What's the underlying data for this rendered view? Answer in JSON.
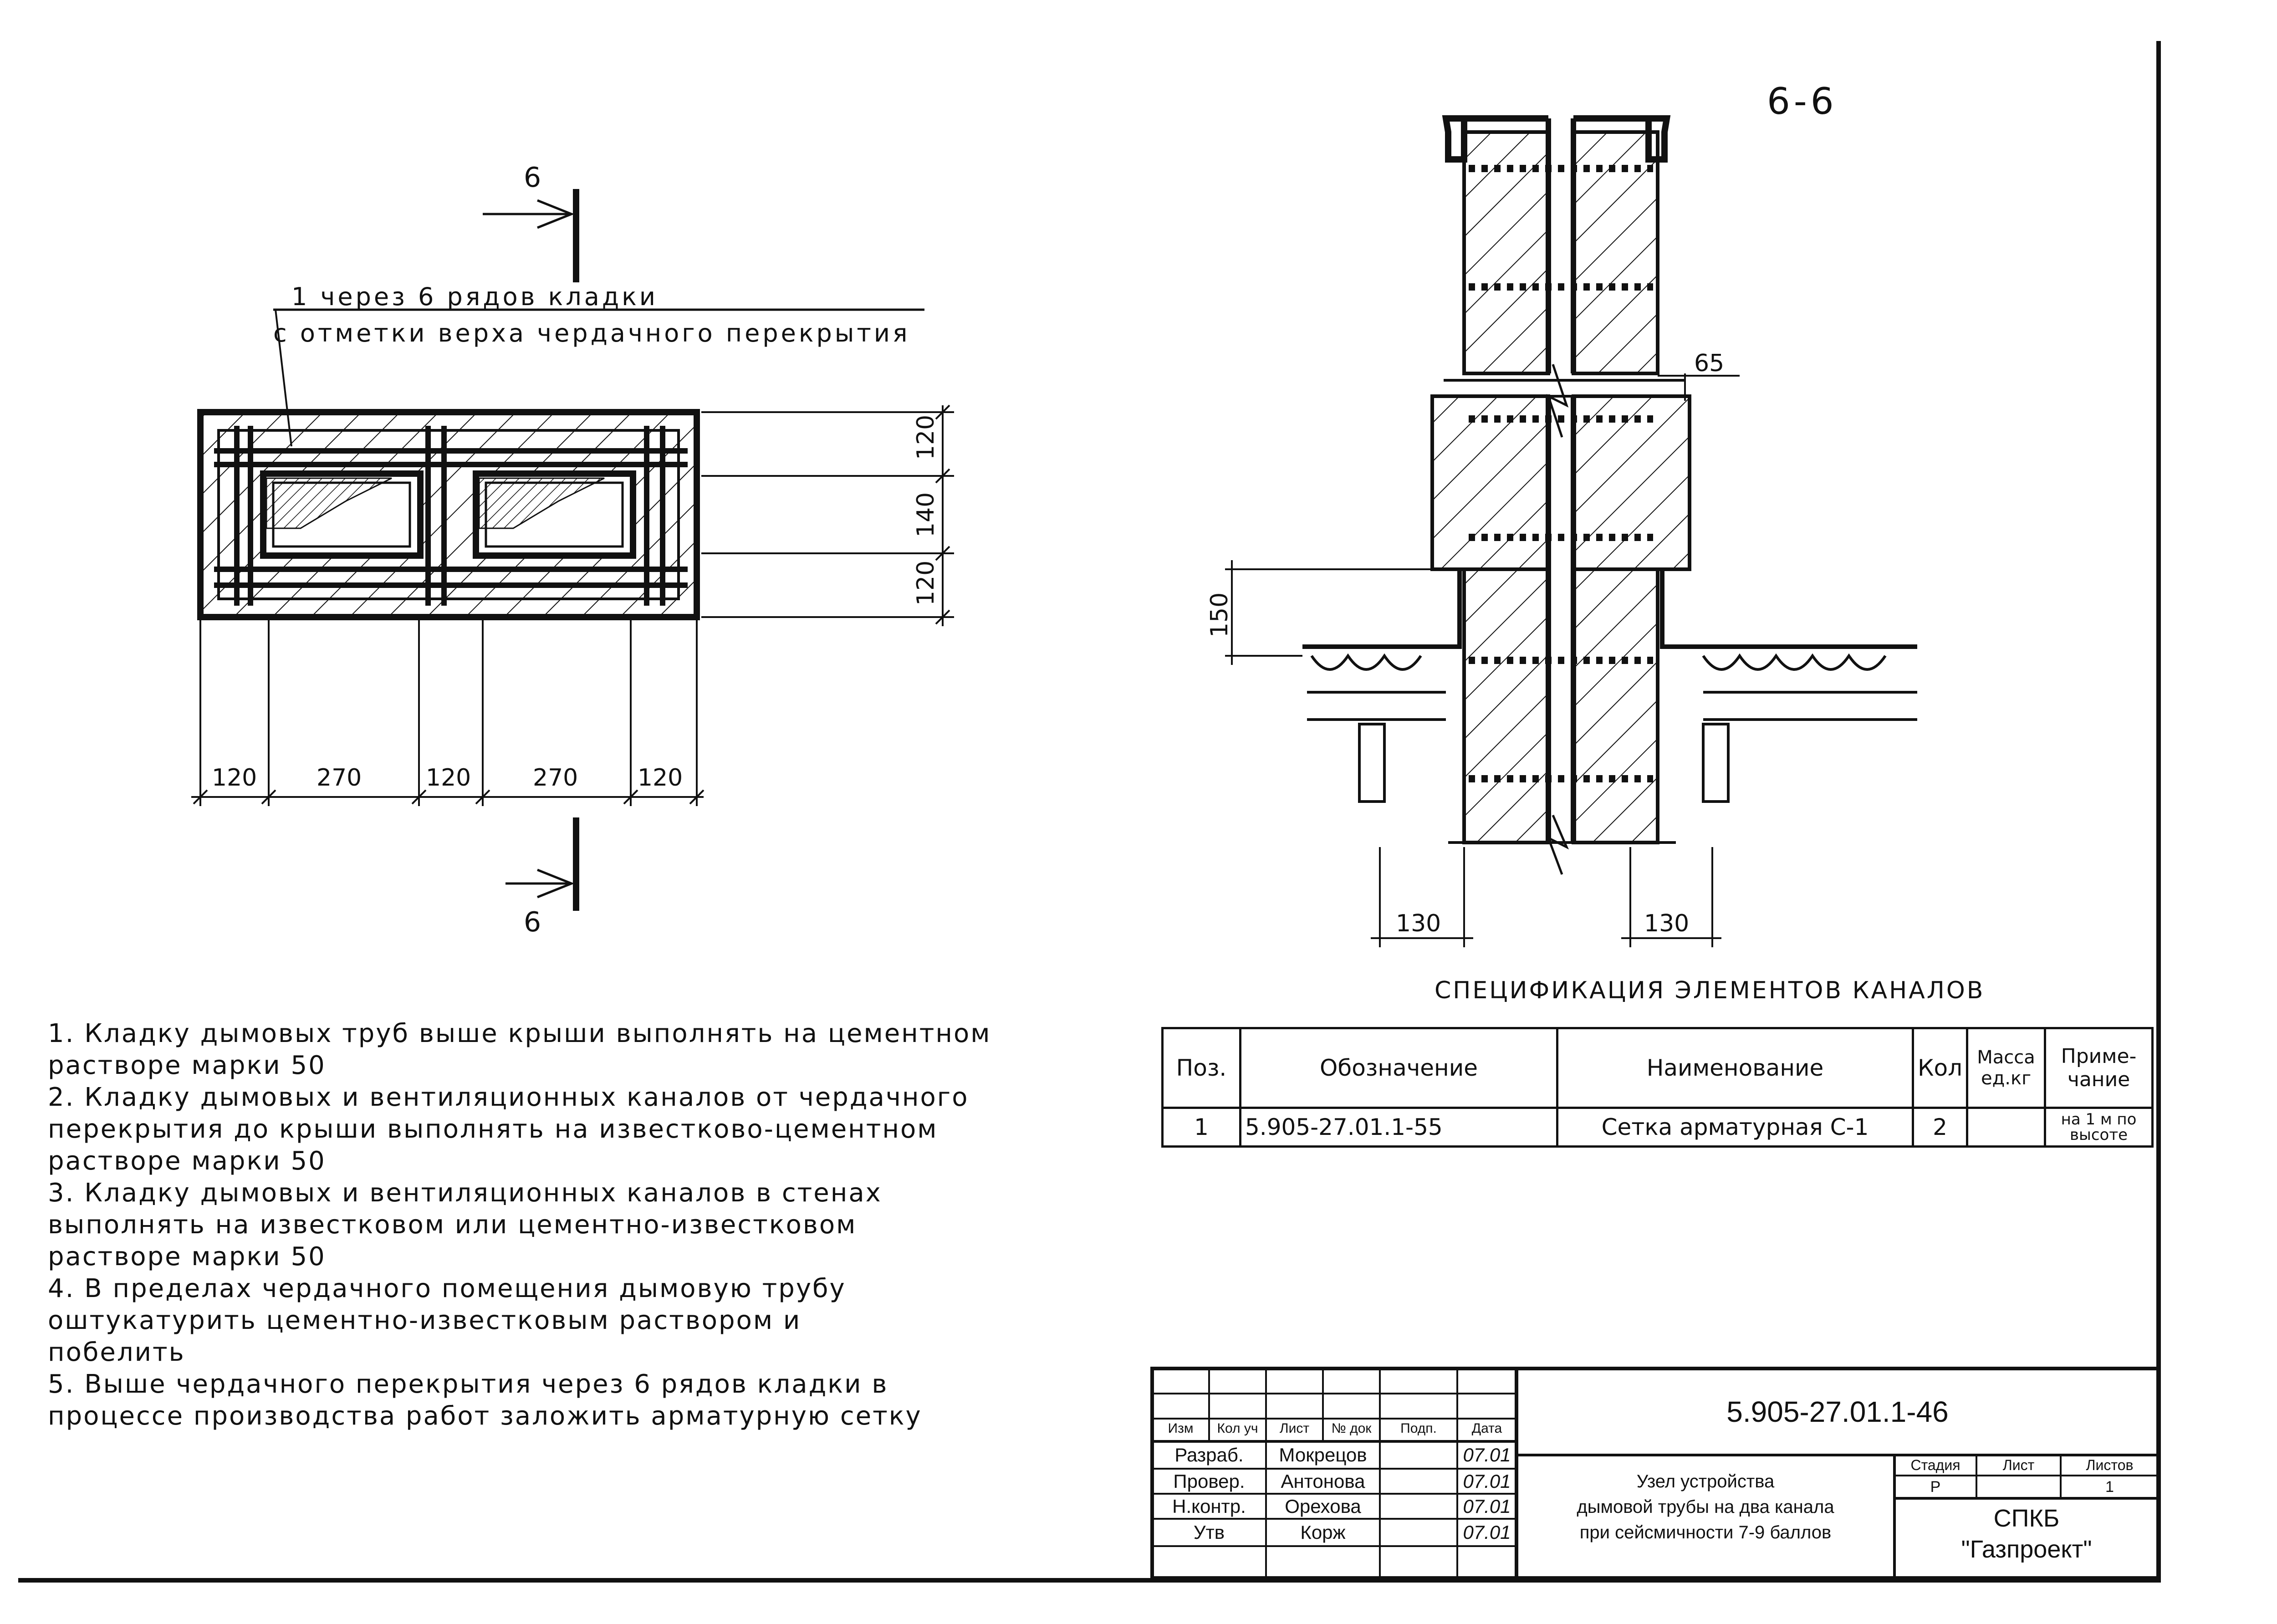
{
  "section_label": "6-6",
  "plan": {
    "cut_mark_top": "6",
    "cut_mark_bottom": "6",
    "leader_line1": "1 через 6 рядов кладки",
    "leader_line2": "с отметки верха чердачного перекрытия",
    "dims_horizontal": [
      "120",
      "270",
      "120",
      "270",
      "120"
    ],
    "dims_vertical": [
      "120",
      "140",
      "120"
    ]
  },
  "section": {
    "dim_65": "65",
    "dim_150": "150",
    "dim_130_left": "130",
    "dim_130_right": "130"
  },
  "notes": [
    "1. Кладку дымовых труб выше крыши выполнять на цементном",
    "растворе марки 50",
    "2. Кладку дымовых и вентиляционных каналов от чердачного",
    "перекрытия до крыши выполнять на известково-цементном",
    "растворе марки 50",
    "3. Кладку дымовых и вентиляционных каналов в стенах",
    "выполнять на известковом или цементно-известковом",
    "растворе марки 50",
    "4. В пределах чердачного помещения дымовую трубу",
    "оштукатурить цементно-известковым раствором и",
    "побелить",
    "5. Выше чердачного перекрытия через 6 рядов кладки в",
    "процессе производства работ заложить арматурную сетку"
  ],
  "spec": {
    "title": "СПЕЦИФИКАЦИЯ ЭЛЕМЕНТОВ КАНАЛОВ",
    "headers": [
      "Поз.",
      "Обозначение",
      "Наименование",
      "Кол",
      "Масса ед.кг",
      "Приме-чание"
    ],
    "rows": [
      [
        "1",
        "5.905-27.01.1-55",
        "Сетка арматурная С-1",
        "2",
        "",
        "на 1 м по высоте"
      ]
    ]
  },
  "title_block": {
    "doc_code": "5.905-27.01.1-46",
    "col_headers": [
      "Изм",
      "Кол уч",
      "Лист",
      "№ док",
      "Подп.",
      "Дата"
    ],
    "roles": [
      {
        "role": "Разраб.",
        "name": "Мокрецов",
        "date": "07.01"
      },
      {
        "role": "Провер.",
        "name": "Антонова",
        "date": "07.01"
      },
      {
        "role": "Н.контр.",
        "name": "Орехова",
        "date": "07.01"
      },
      {
        "role": "Утв",
        "name": "Корж",
        "date": "07.01"
      }
    ],
    "description_lines": [
      "Узел устройства",
      "дымовой трубы на два канала",
      "при сейсмичности 7-9 баллов"
    ],
    "stage_label": "Стадия",
    "sheet_label": "Лист",
    "sheets_label": "Листов",
    "stage_value": "Р",
    "sheet_value": "",
    "sheets_value": "1",
    "org_line1": "СПКБ",
    "org_line2": "\"Газпроект\""
  }
}
